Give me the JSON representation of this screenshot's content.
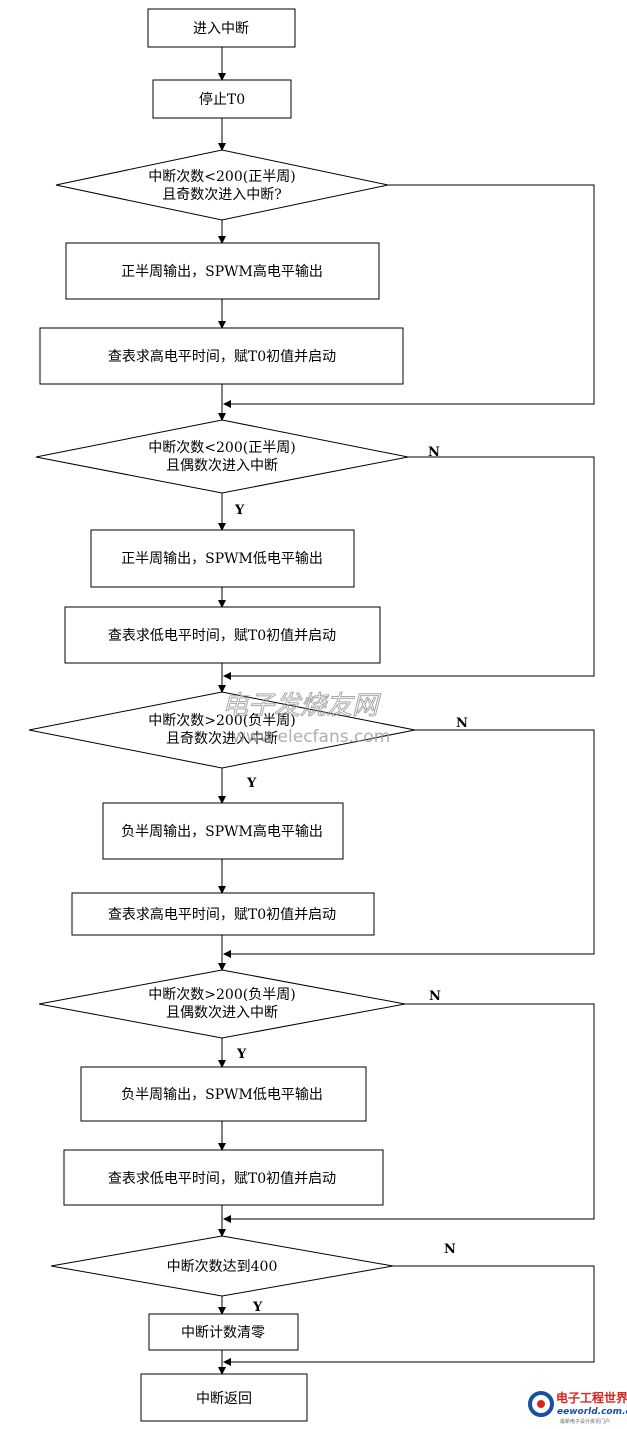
{
  "flowchart": {
    "enter": "进入中断",
    "stop": "停止T0",
    "d1": [
      "中断次数<200(正半周)",
      "且奇数次进入中断?"
    ],
    "p1": "正半周输出，SPWM高电平输出",
    "p2": "查表求高电平时间，赋T0初值并启动",
    "d2": [
      "中断次数<200(正半周)",
      "且偶数次进入中断"
    ],
    "p3": "正半周输出，SPWM低电平输出",
    "p4": "查表求低电平时间，赋T0初值并启动",
    "d3": [
      "中断次数>200(负半周)",
      "且奇数次进入中断"
    ],
    "p5": "负半周输出，SPWM高电平输出",
    "p6": "查表求高电平时间，赋T0初值并启动",
    "d4": [
      "中断次数>200(负半周)",
      "且偶数次进入中断"
    ],
    "p7": "负半周输出，SPWM低电平输出",
    "p8": "查表求低电平时间，赋T0初值并启动",
    "d5": "中断次数达到400",
    "clear": "中断计数清零",
    "ret": "中断返回",
    "yes": "Y",
    "no": "N"
  },
  "watermark": {
    "cn": "电子发烧友网",
    "url": "www.elecfans.com"
  },
  "logo": {
    "cn": "电子工程世界",
    "url": "eeworld.com.cn",
    "tagline": "最新电子设计资讯门户"
  },
  "colors": {
    "brand_red": "#d9261c",
    "brand_blue": "#1a4fa3",
    "watermark_gray": "#a0a0a0"
  }
}
